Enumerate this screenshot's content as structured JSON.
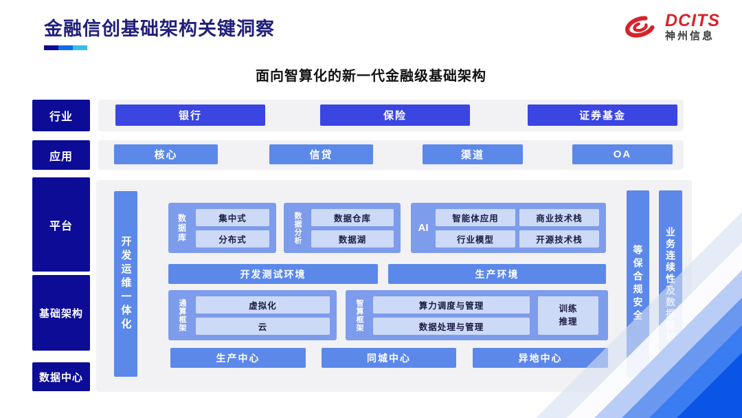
{
  "slide": {
    "title": "金融信创基础架构关键洞察",
    "subtitle": "面向智算化的新一代金融级基础架构"
  },
  "logo": {
    "brand": "DCITS",
    "company": "神州信息"
  },
  "colors": {
    "title_navy": "#211f7c",
    "label_navy": "#0c0c96",
    "industry_blue": "#3a45e2",
    "primary_blue": "#5c88ea",
    "group_blue": "#7e9cec",
    "chip_light_blue": "#ccdaf7",
    "panel_gray": "#f2f2f4",
    "logo_red": "#d8232a",
    "underline_segments": [
      "#0b0b8f",
      "#0f6ce8",
      "#35c0ea"
    ],
    "corner_deep_blue": "#0b55e6"
  },
  "left_labels": {
    "industry": "行业",
    "application": "应用",
    "platform": "平台",
    "infrastructure": "基础架构",
    "datacenter": "数据中心"
  },
  "industry_row": {
    "items": [
      "银行",
      "保险",
      "证券基金"
    ]
  },
  "application_row": {
    "items": [
      "核心",
      "信贷",
      "渠道",
      "OA"
    ]
  },
  "platform_panel": {
    "devops_bar": "开发运维一体化",
    "database_group": {
      "label": "数据库",
      "items": [
        "集中式",
        "分布式"
      ]
    },
    "analytics_group": {
      "label": "数据分析",
      "items": [
        "数据仓库",
        "数据湖"
      ]
    },
    "ai_group": {
      "label": "AI",
      "items": [
        "智能体应用",
        "商业技术栈",
        "行业模型",
        "开源技术栈"
      ]
    },
    "environments": [
      "开发测试环境",
      "生产环境"
    ],
    "general_compute_group": {
      "label": "通算框架",
      "items": [
        "虚拟化",
        "云"
      ]
    },
    "ai_compute_group": {
      "label": "智算框架",
      "items": [
        "算力调度与管理",
        "数据处理与管理"
      ],
      "side_item": "训练\n推理"
    },
    "centers": [
      "生产中心",
      "同城中心",
      "异地中心"
    ],
    "security_bar": "等保合规安全",
    "continuity_bar": "业务连续性及数据保护"
  }
}
